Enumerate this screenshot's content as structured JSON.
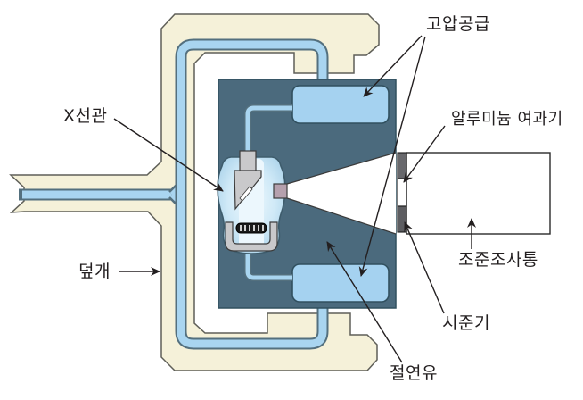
{
  "labels": {
    "high_voltage_supply": "고압공급",
    "xray_tube": "X선관",
    "aluminum_filter": "알루미늄 여과기",
    "collimator_tube": "조준조사통",
    "cover": "덮개",
    "collimator": "시준기",
    "insulating_oil": "절연유"
  },
  "colors": {
    "housing_cream": "#f5f1d9",
    "housing_outline": "#5f5f58",
    "conduit_blue": "#a9d5f0",
    "conduit_outline": "#54707e",
    "head_slate": "#4b6a7d",
    "head_outline": "#31505f",
    "hv_box_blue": "#a5d2f0",
    "glass_blue": "#b4dcf2",
    "metal_gray": "#c9c9cb",
    "metal_outline": "#3c3c3c",
    "window_mauve": "#b5a0ad",
    "filter_bar_dark": "#66666a",
    "beam_white": "#ffffff",
    "line_black": "#231f20"
  }
}
